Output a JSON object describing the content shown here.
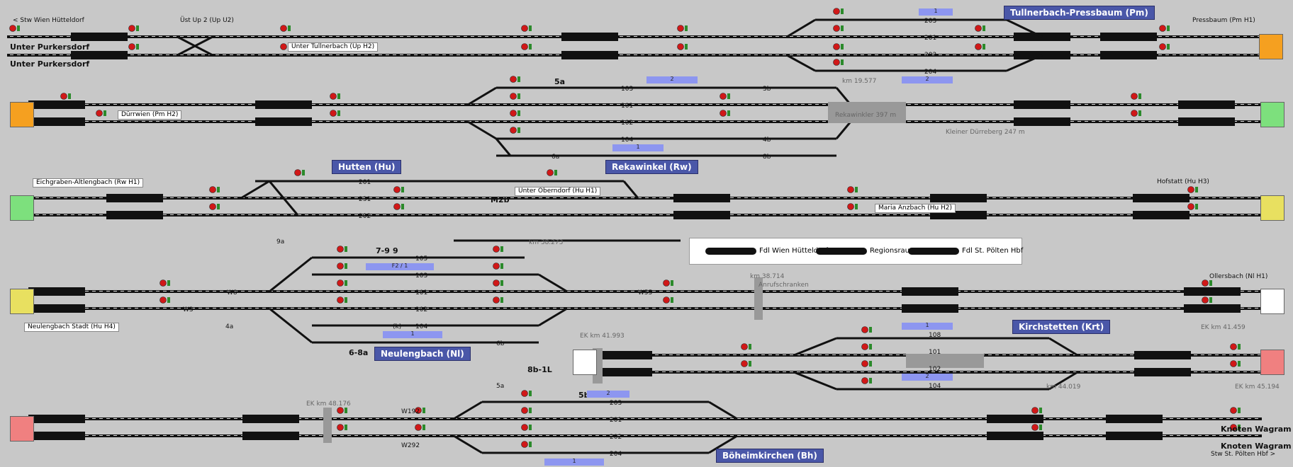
{
  "colors": {
    "background": "#c8c8c8",
    "track": "#111111",
    "signal_red": "#d01818",
    "signal_green": "#2b8a2b",
    "station_fill": "#4a57a8",
    "route_bar": "#8d96f0",
    "end_orange": "#f5a020",
    "end_green": "#7de07d",
    "end_yellow": "#e8e060",
    "end_pink": "#f08080",
    "end_white": "#ffffff"
  },
  "corners": {
    "top_left_link": "< Stw Wien Hütteldorf",
    "top_left_1": "Unter Purkersdorf",
    "top_left_2": "Unter Purkersdorf",
    "bottom_right_1": "Knoten Wagram",
    "bottom_right_2": "Knoten Wagram",
    "bottom_right_link": "Stw St. Pölten Hbf >"
  },
  "stations": [
    {
      "id": "pm",
      "name": "Tullnerbach-Pressbaum (Pm)"
    },
    {
      "id": "hu",
      "name": "Hutten (Hu)"
    },
    {
      "id": "rw",
      "name": "Rekawinkel (Rw)"
    },
    {
      "id": "nl",
      "name": "Neulengbach (Nl)"
    },
    {
      "id": "krt",
      "name": "Kirchstetten (Krt)"
    },
    {
      "id": "bh",
      "name": "Böheimkirchen (Bh)"
    }
  ],
  "box_labels": [
    {
      "id": "ust",
      "text": "Üst Up 2 (Up U2)"
    },
    {
      "id": "uth2",
      "text": "Unter Tullnerbach (Up H2)"
    },
    {
      "id": "pmh1",
      "text": "Pressbaum (Pm H1)"
    },
    {
      "id": "pmh2",
      "text": "Dürrwien (Pm H2)"
    },
    {
      "id": "rwh1",
      "text": "Eichgraben-Altlengbach (Rw H1)"
    },
    {
      "id": "huh1",
      "text": "Unter Oberndorf (Hu H1)"
    },
    {
      "id": "huh3",
      "text": "Hofstatt (Hu H3)"
    },
    {
      "id": "huh2",
      "text": "Maria Anzbach (Hu H2)"
    },
    {
      "id": "huh4",
      "text": "Neulengbach Stadt (Hu H4)"
    },
    {
      "id": "nlh1",
      "text": "Ollersbach (Nl H1)"
    },
    {
      "id": "anr",
      "text": "Anrufschranken"
    }
  ],
  "track_labels": [
    {
      "id": "t203",
      "text": "203"
    },
    {
      "id": "t201",
      "text": "201"
    },
    {
      "id": "t202",
      "text": "202"
    },
    {
      "id": "t204",
      "text": "204"
    },
    {
      "id": "t103",
      "text": "103"
    },
    {
      "id": "t101",
      "text": "101"
    },
    {
      "id": "t102",
      "text": "102"
    },
    {
      "id": "t104",
      "text": "104"
    },
    {
      "id": "h201",
      "text": "201"
    },
    {
      "id": "h231",
      "text": "231"
    },
    {
      "id": "h202",
      "text": "202"
    },
    {
      "id": "n105",
      "text": "105"
    },
    {
      "id": "n103",
      "text": "103"
    },
    {
      "id": "n101",
      "text": "101"
    },
    {
      "id": "n102",
      "text": "102"
    },
    {
      "id": "n104",
      "text": "104"
    },
    {
      "id": "k108",
      "text": "108"
    },
    {
      "id": "k101",
      "text": "101"
    },
    {
      "id": "k102",
      "text": "102"
    },
    {
      "id": "k104",
      "text": "104"
    },
    {
      "id": "b203",
      "text": "203"
    },
    {
      "id": "b201",
      "text": "201"
    },
    {
      "id": "b202",
      "text": "202"
    },
    {
      "id": "b204",
      "text": "204"
    },
    {
      "id": "s5a",
      "text": "5a"
    },
    {
      "id": "s3b",
      "text": "3b"
    },
    {
      "id": "s4b",
      "text": "4b"
    },
    {
      "id": "s6a",
      "text": "6a"
    },
    {
      "id": "s8b",
      "text": "8b"
    },
    {
      "id": "m2b",
      "text": "M2b"
    },
    {
      "id": "s9a",
      "text": "9a"
    },
    {
      "id": "s79",
      "text": "7-9"
    },
    {
      "id": "s9",
      "text": "9"
    },
    {
      "id": "w8",
      "text": "W8"
    },
    {
      "id": "w3",
      "text": "W3"
    },
    {
      "id": "s4a",
      "text": "4a"
    },
    {
      "id": "w55",
      "text": "W55"
    },
    {
      "id": "s68a",
      "text": "6-8a"
    },
    {
      "id": "s6b",
      "text": "6b"
    },
    {
      "id": "s8b1l",
      "text": "8b-1L"
    },
    {
      "id": "s5a2",
      "text": "5a"
    },
    {
      "id": "s5b",
      "text": "5b"
    },
    {
      "id": "w192",
      "text": "W192"
    },
    {
      "id": "w292",
      "text": "W292"
    },
    {
      "id": "k",
      "text": "(k)"
    }
  ],
  "km_labels": [
    {
      "id": "km1",
      "text": "km 19.577"
    },
    {
      "id": "km2",
      "text": "Rekawinkler 397 m"
    },
    {
      "id": "km3",
      "text": "Kleiner Dürreberg 247 m"
    },
    {
      "id": "km4",
      "text": "km 38.273"
    },
    {
      "id": "km5",
      "text": "km 38.714"
    },
    {
      "id": "km6",
      "text": "EK km 41.993"
    },
    {
      "id": "km7",
      "text": "EK km 41.459"
    },
    {
      "id": "km8",
      "text": "km 44.019"
    },
    {
      "id": "km9",
      "text": "EK km 45.194"
    },
    {
      "id": "km10",
      "text": "EK km 48.176"
    }
  ],
  "route_bars": [
    {
      "id": "rb1",
      "text": "1"
    },
    {
      "id": "rb2",
      "text": "2"
    },
    {
      "id": "rb3",
      "text": "2"
    },
    {
      "id": "rb4",
      "text": "1"
    },
    {
      "id": "rb5",
      "text": "F2 / 1"
    },
    {
      "id": "rb6",
      "text": "1"
    },
    {
      "id": "rb7",
      "text": "1"
    },
    {
      "id": "rb8",
      "text": "2"
    },
    {
      "id": "rb9",
      "text": "2"
    },
    {
      "id": "rb10",
      "text": "1"
    }
  ],
  "legend": {
    "items": [
      "Fdl Wien Hütteldorf",
      "Regionsraum",
      "Fdl St. Pölten Hbf"
    ]
  }
}
